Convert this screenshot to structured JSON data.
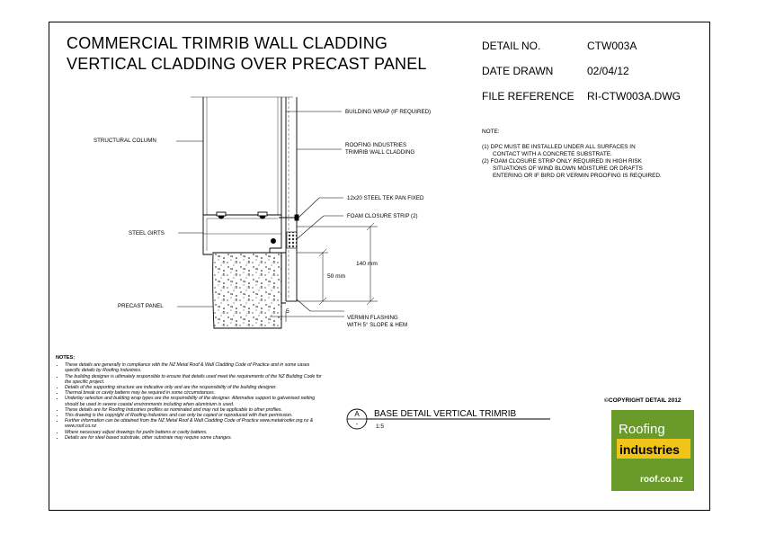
{
  "header": {
    "title_line1": "COMMERCIAL TRIMRIB WALL CLADDING",
    "title_line2": "VERTICAL CLADDING OVER PRECAST PANEL"
  },
  "meta": {
    "detail_no_label": "DETAIL NO.",
    "detail_no_value": "CTW003A",
    "date_label": "DATE DRAWN",
    "date_value": "02/04/12",
    "file_label": "FILE REFERENCE",
    "file_value": "RI-CTW003A.DWG"
  },
  "notes_right": {
    "heading": "NOTE:",
    "items": [
      "(1) DPC MUST BE INSTALLED UNDER ALL SURFACES IN",
      "CONTACT WITH A CONCRETE SUBSTRATE.",
      "(2) FOAM CLOSURE STRIP ONLY REQUIRED IN HIGH RISK",
      "SITUATIONS OF WIND BLOWN MOISTURE OR DRAFTS",
      "ENTERING OR IF BIRD OR VERMIN PROOFING IS REQUIRED."
    ]
  },
  "labels": {
    "building_wrap": "BUILDING WRAP (IF REQUIRED)",
    "structural_column": "STRUCTURAL COLUMN",
    "cladding_1": "ROOFING INDUSTRIES",
    "cladding_2": "TRIMRIB WALL CLADDING",
    "tek_screw": "12x20 STEEL TEK PAN FIXED",
    "foam_strip": "FOAM CLOSURE STRIP (2)",
    "steel_girts": "STEEL GIRTS",
    "dim_140": "140 mm",
    "dim_50": "50 mm",
    "dim_5": "5",
    "precast_panel": "PRECAST PANEL",
    "flashing_1": "VERMIN FLASHING",
    "flashing_2": "WITH 5° SLOPE & HEM"
  },
  "detail_ref": {
    "letter": "A",
    "sheet": "-",
    "title": "BASE DETAIL VERTICAL TRIMRIB",
    "scale": "1:5"
  },
  "notes_left": {
    "heading": "NOTES:",
    "items": [
      "These details are generally in compliance with the NZ Metal Roof & Wall Cladding Code of Practice and in some cases specific details by Roofing Industries.",
      "The building designer is ultimately responsible to ensure that details used meet the requirements of the NZ Building Code for the specific project.",
      "Details of the supporting structure are indicative only and are the responsibility of the building designer.",
      "Thermal break or cavity battens may be required in some circumstances.",
      "Underlay selection and building wrap types are the responsibility of the designer. Alternative support to galvanised netting should be used in severe coastal environments including when aluminium is used.",
      "These details are for Roofing Industries profiles as nominated and may not be applicable to other profiles.",
      "This drawing is the copyright of Roofing Industries and can only be copied or reproduced with their permission.",
      "Further information can be obtained from the NZ Metal Roof & Wall Cladding Code of Practice www.metalroofer.org.nz & www.roof.co.nz",
      "Where necessary adjust drawings for purlin battens or cavity battens.",
      "Details are for steel based substrate, other substrate may require some changes."
    ]
  },
  "copyright": "©COPYRIGHT DETAIL 2012",
  "logo": {
    "word1": "Roofing",
    "word2": "industries",
    "url": "roof.co.nz",
    "green": "#6a9a2a",
    "yellow": "#f0c419"
  }
}
